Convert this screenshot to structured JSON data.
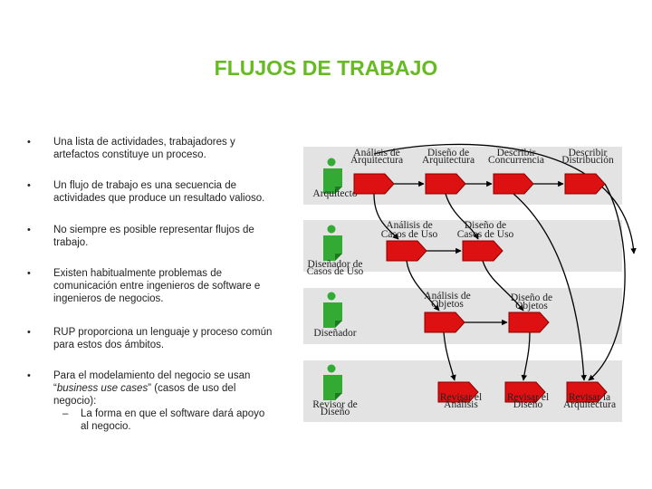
{
  "title": "FLUJOS DE TRABAJO",
  "bullets": [
    {
      "text": "Una lista de actividades, trabajadores y artefactos constituye un proceso."
    },
    {
      "text": "Un flujo de trabajo es una secuencia de actividades que produce un resultado valioso."
    },
    {
      "text": "No siempre es posible representar flujos de trabajo."
    },
    {
      "text": "Existen habitualmente problemas de comunicación entre ingenieros de software e ingenieros de negocios."
    },
    {
      "text": "RUP proporciona un lenguaje y proceso común para estos dos ámbitos."
    },
    {
      "text_before": "Para el modelamiento del negocio se usan “",
      "text_italic": "business use cases",
      "text_after": "” (casos de uso del negocio):",
      "sub_dash": "–",
      "sub": "La forma en que el software dará apoyo al negocio."
    }
  ],
  "bullet_glyph": "•",
  "diagram": {
    "lanes": [
      {
        "worker": [
          "Arquitecto"
        ],
        "activities": [
          {
            "label": [
              "Análisis de",
              "Arquitectura"
            ]
          },
          {
            "label": [
              "Diseño de",
              "Arquitectura"
            ]
          },
          {
            "label": [
              "Describir",
              "Concurrencia"
            ]
          },
          {
            "label": [
              "Describir",
              "Distribución"
            ]
          }
        ]
      },
      {
        "worker": [
          "Diseñador de",
          "Casos de Uso"
        ],
        "activities": [
          {
            "label": [
              "Análisis de",
              "Casos de Uso"
            ]
          },
          {
            "label": [
              "Diseño de",
              "Casos de Uso"
            ]
          }
        ]
      },
      {
        "worker": [
          "Diseñador"
        ],
        "activities": [
          {
            "label": [
              "Análisis de",
              "Objetos"
            ]
          },
          {
            "label": [
              "Diseño de",
              "Objetos"
            ]
          }
        ]
      },
      {
        "worker": [
          "Revisor de",
          "Diseño"
        ],
        "activities": [
          {
            "label": [
              "Revisar el",
              "Análisis"
            ]
          },
          {
            "label": [
              "Revisar el",
              "Diseño"
            ]
          },
          {
            "label": [
              "Revisar la",
              "Arquitectura"
            ]
          }
        ]
      }
    ],
    "colors": {
      "lane": "#e3e3e3",
      "activity": "#dd1111",
      "worker_icon": "#33aa33",
      "arrow": "#000000"
    }
  }
}
